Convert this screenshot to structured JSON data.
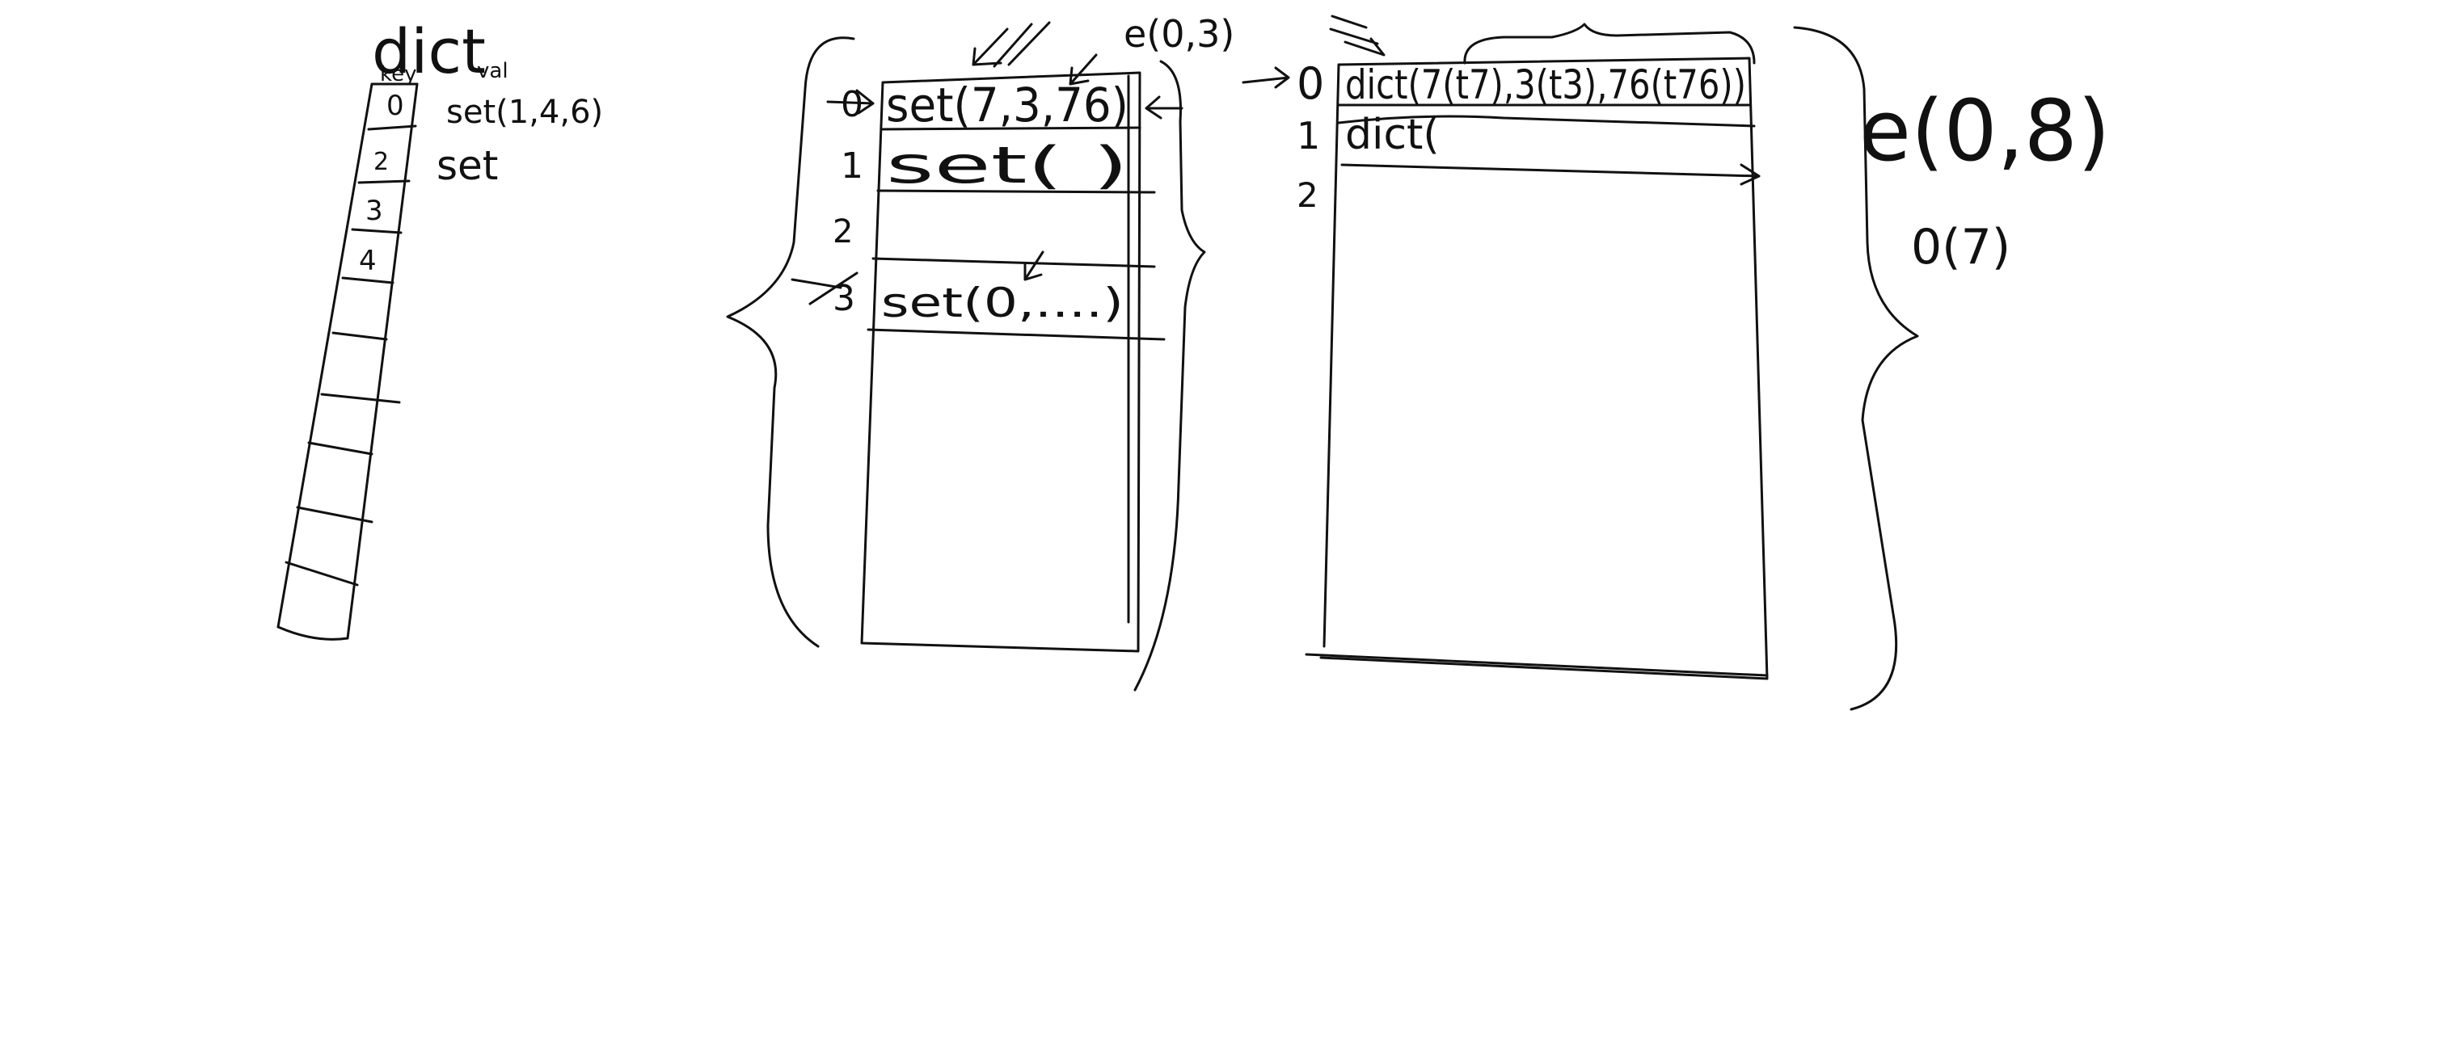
{
  "ink_color": "#111111",
  "background_color": "#ffffff",
  "left_array": {
    "title": "dict",
    "key_label": "key",
    "val_label": "val",
    "row_indices": [
      "0",
      "2",
      "3",
      "4"
    ],
    "entries": [
      "set(1,4,6)",
      "set"
    ]
  },
  "middle_table": {
    "complexity": "e(0,3)",
    "rows": [
      {
        "index": "0",
        "content": "set(7,3,76)"
      },
      {
        "index": "1",
        "content": "set(     )"
      },
      {
        "index": "2",
        "content": ""
      },
      {
        "index": "3",
        "content": "set(0,....)"
      }
    ]
  },
  "right_table": {
    "rows": [
      {
        "index": "0",
        "content": "dict(7(t7),3(t3),76(t76))"
      },
      {
        "index": "1",
        "content": "dict("
      },
      {
        "index": "2",
        "content": ""
      }
    ],
    "complexity_main": "e(0,8)",
    "complexity_sub": "0(7)"
  }
}
